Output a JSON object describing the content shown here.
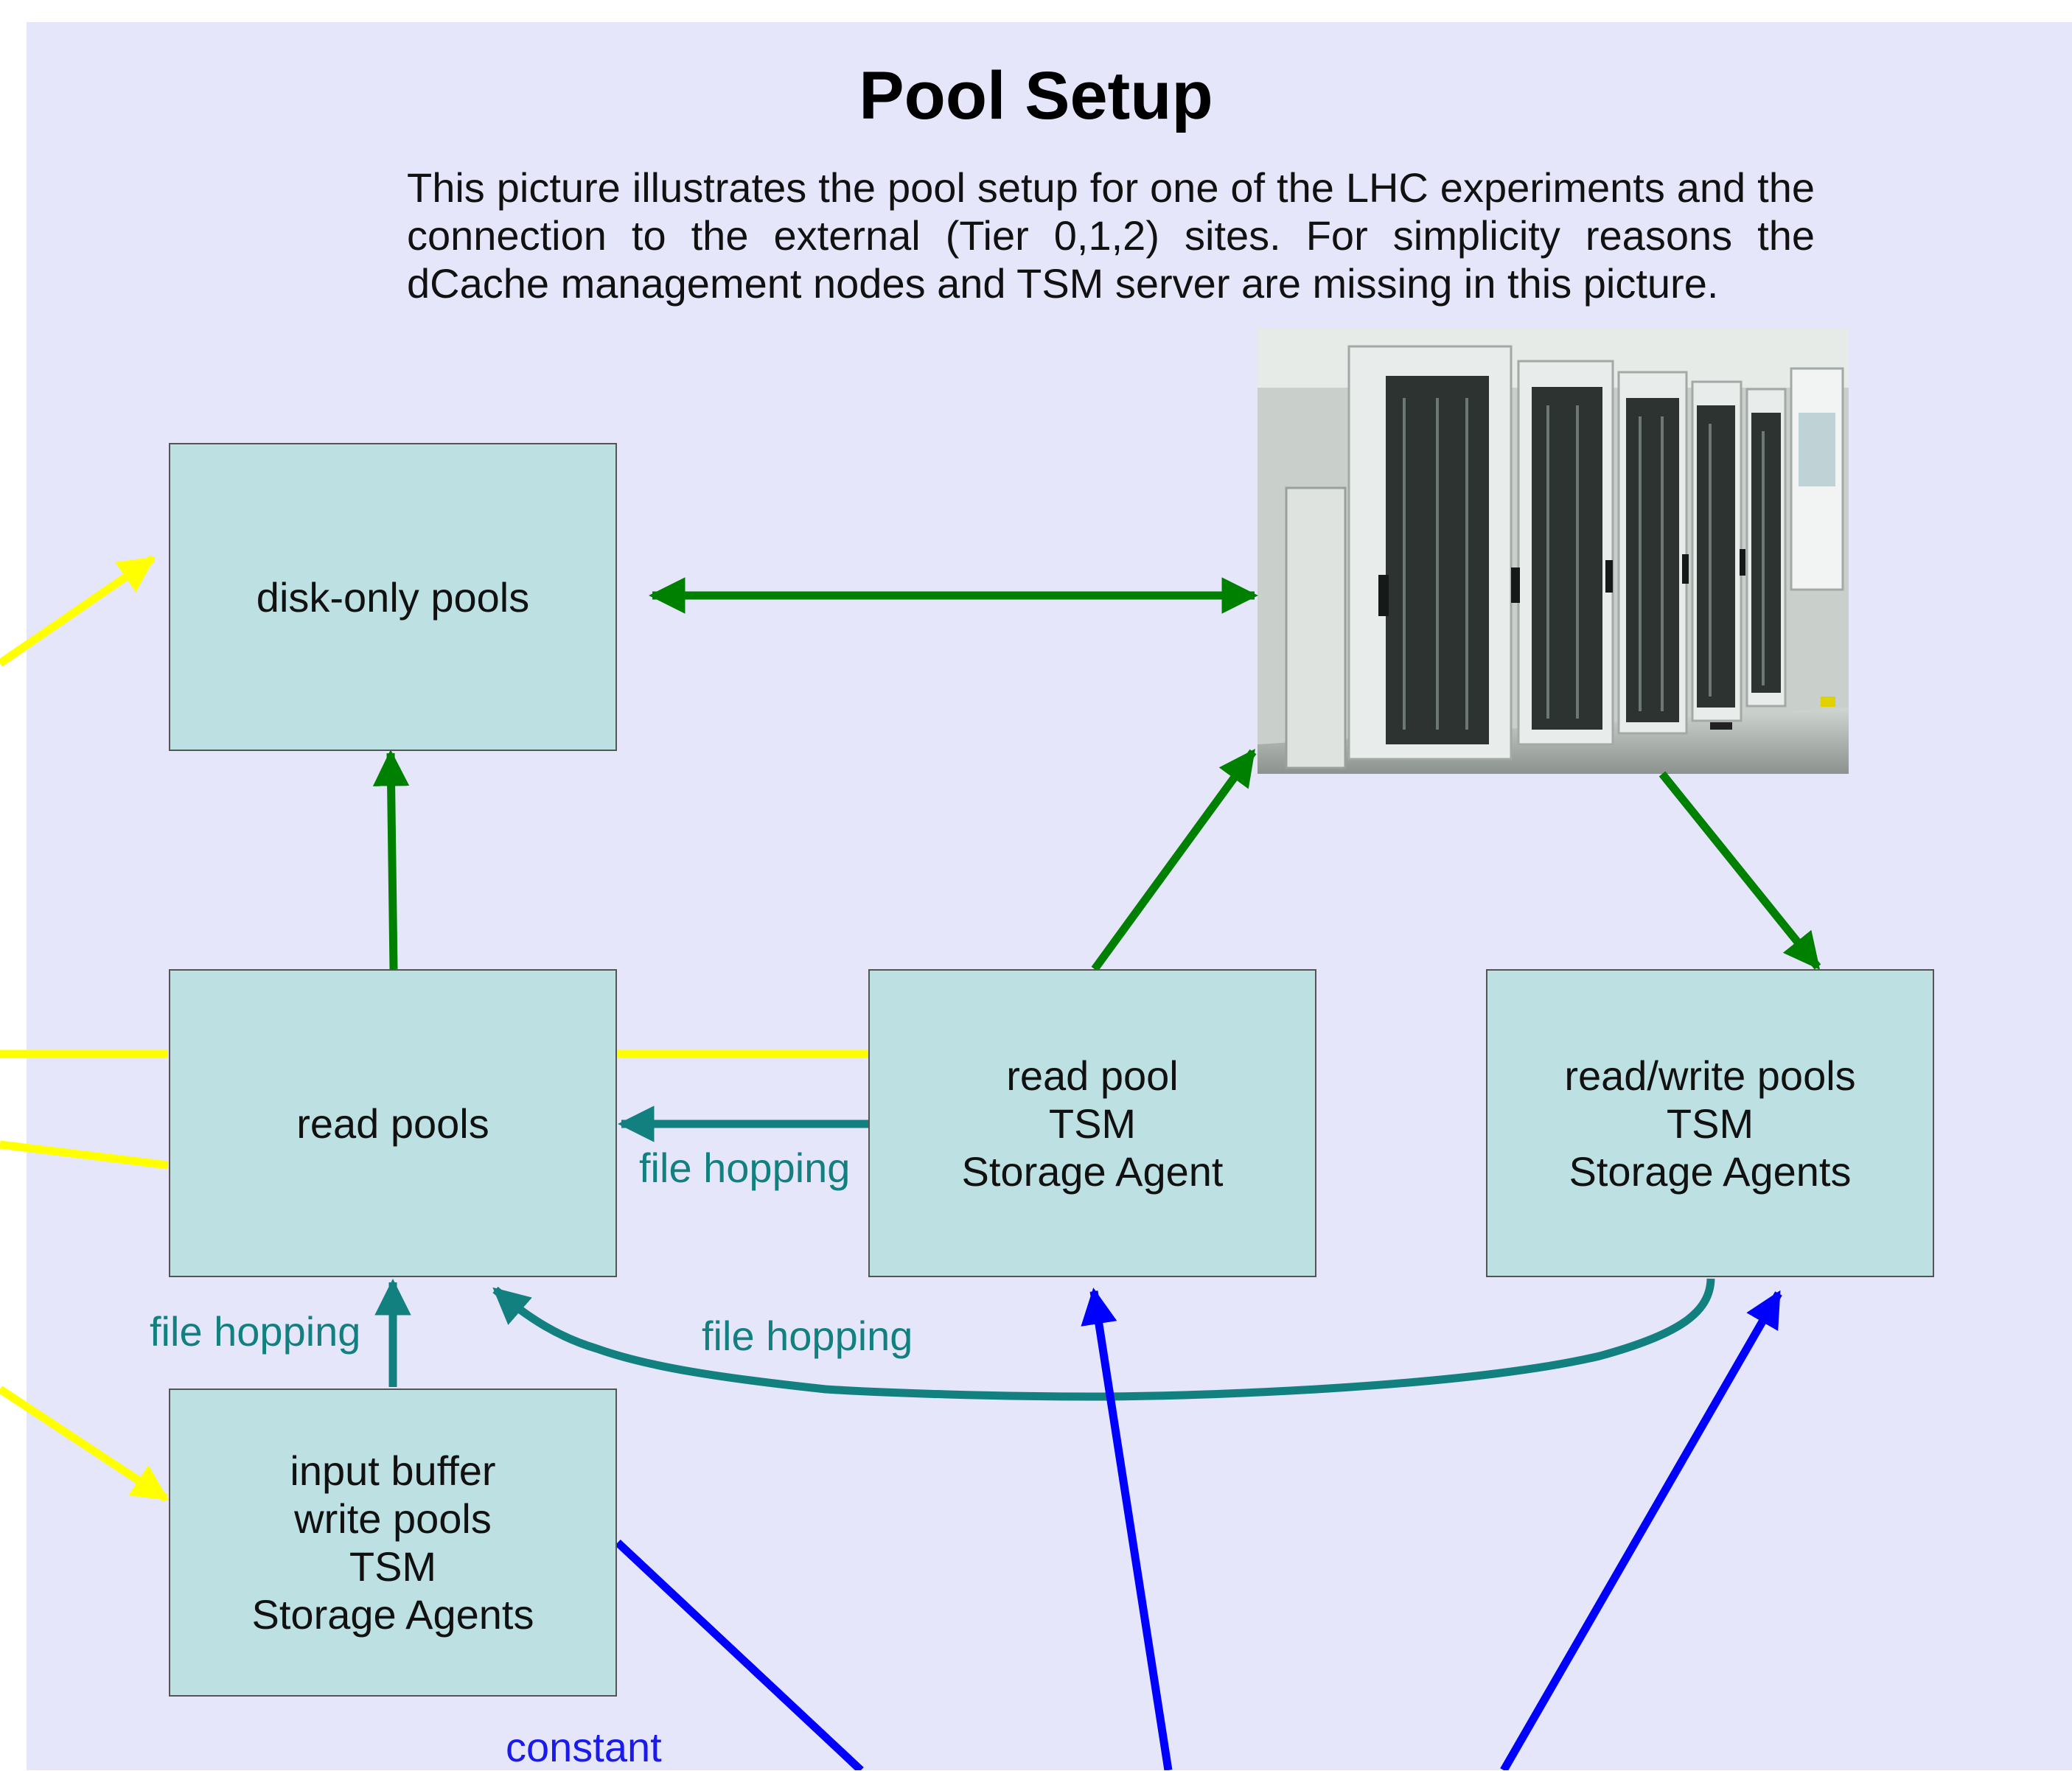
{
  "title": "Pool Setup",
  "description": "This picture illustrates the pool setup for one of the LHC experiments and the connection to the external (Tier 0,1,2) sites. For simplicity reasons the dCache management nodes and TSM server are missing in this picture.",
  "boxes": {
    "disk_only": [
      "disk-only pools"
    ],
    "read_pools": [
      "read pools"
    ],
    "read_pool_tsm": [
      "read pool",
      "TSM",
      "Storage Agent"
    ],
    "read_write": [
      "read/write pools",
      "TSM",
      "Storage Agents"
    ],
    "input_buffer": [
      "input buffer",
      "write pools",
      "TSM",
      "Storage Agents"
    ]
  },
  "labels": {
    "hop1": "file hopping",
    "hop2": "file hopping",
    "hop3": "file hopping",
    "constant": "constant"
  },
  "colors": {
    "green": "#008000",
    "teal": "#138080",
    "yellow": "#ffff00",
    "blue": "#0000ff",
    "box_fill": "#bde0e3",
    "background": "#e6e6fa"
  }
}
